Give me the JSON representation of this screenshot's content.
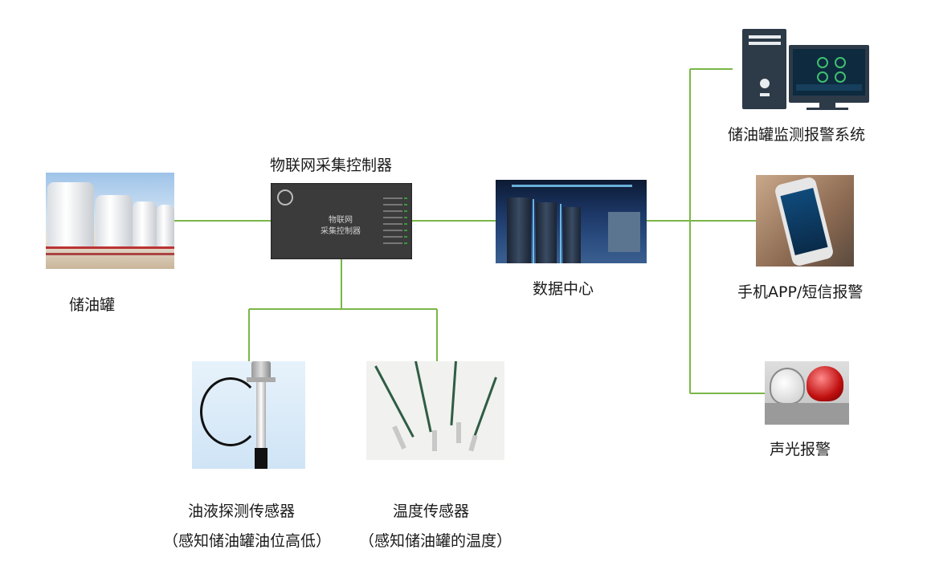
{
  "nodes": {
    "tank": "储油罐",
    "controller": "物联网采集控制器",
    "controller_face": [
      "物联网",
      "采集控制器"
    ],
    "datacenter": "数据中心",
    "monitor_system": "储油罐监测报警系统",
    "mobile_alert": "手机APP/短信报警",
    "sound_light_alert": "声光报警",
    "level_sensor": "油液探测传感器",
    "level_sensor_note": "（感知储油罐油位高低）",
    "temp_sensor": "温度传感器",
    "temp_sensor_note": "（感知储油罐的温度）"
  },
  "colors": {
    "connector": "#7ab648",
    "text": "#1a1a1a"
  }
}
